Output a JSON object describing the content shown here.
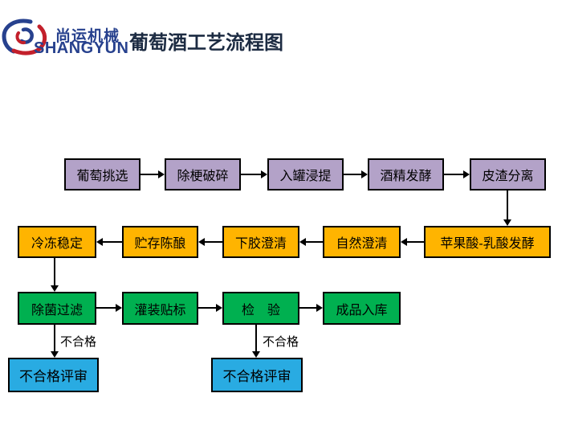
{
  "header": {
    "logo_cn": "尚运机械",
    "logo_en": "SHANGYUN",
    "title": "葡萄酒工艺流程图"
  },
  "colors": {
    "purple": "#B3A2C8",
    "orange": "#FFB400",
    "green": "#00B050",
    "blue": "#29ABE2",
    "title_navy": "#1C2B42",
    "logo_blue": "#27418E",
    "logo_red": "#C3202B",
    "line_black": "#000000"
  },
  "flow": {
    "row1": [
      "葡萄挑选",
      "除梗破碎",
      "入罐浸提",
      "酒精发酵",
      "皮渣分离"
    ],
    "row2": [
      "冷冻稳定",
      "贮存陈酿",
      "下胶澄清",
      "自然澄清",
      "苹果酸-乳酸发酵"
    ],
    "row3": [
      "除菌过滤",
      "灌装贴标",
      "检　验",
      "成品入库"
    ],
    "fail_label": "不合格",
    "fail_box": "不合格评审",
    "edges": [
      {
        "from": "葡萄挑选",
        "to": "除梗破碎"
      },
      {
        "from": "除梗破碎",
        "to": "入罐浸提"
      },
      {
        "from": "入罐浸提",
        "to": "酒精发酵"
      },
      {
        "from": "酒精发酵",
        "to": "皮渣分离"
      },
      {
        "from": "皮渣分离",
        "to": "苹果酸-乳酸发酵"
      },
      {
        "from": "苹果酸-乳酸发酵",
        "to": "自然澄清"
      },
      {
        "from": "自然澄清",
        "to": "下胶澄清"
      },
      {
        "from": "下胶澄清",
        "to": "贮存陈酿"
      },
      {
        "from": "贮存陈酿",
        "to": "冷冻稳定"
      },
      {
        "from": "冷冻稳定",
        "to": "除菌过滤"
      },
      {
        "from": "除菌过滤",
        "to": "灌装贴标"
      },
      {
        "from": "灌装贴标",
        "to": "检　验"
      },
      {
        "from": "检　验",
        "to": "成品入库"
      },
      {
        "from": "除菌过滤",
        "to": "不合格评审",
        "label": "不合格"
      },
      {
        "from": "检　验",
        "to": "不合格评审",
        "label": "不合格"
      }
    ]
  }
}
